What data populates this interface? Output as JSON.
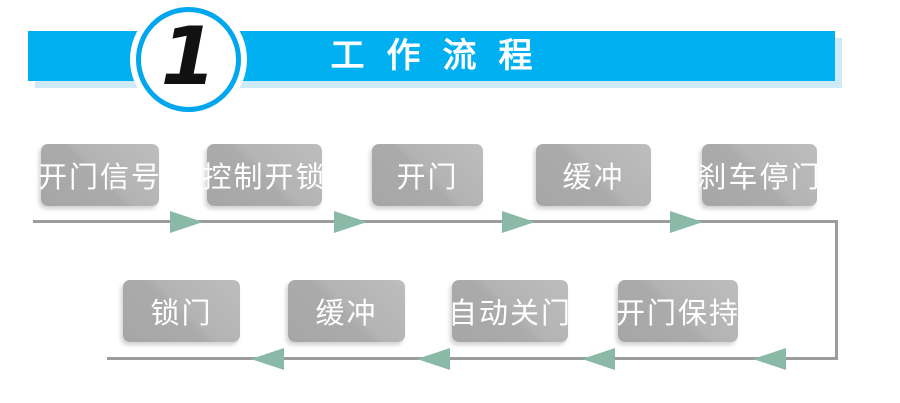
{
  "header": {
    "step_number": "1",
    "title": "工作流程"
  },
  "flow": {
    "top_row": [
      "开门信号",
      "控制开锁",
      "开门",
      "缓冲",
      "刹车停门"
    ],
    "bottom_row": [
      "锁门",
      "缓冲",
      "自动关门",
      "开门保持"
    ],
    "top_row_direction": "left-to-right",
    "bottom_row_direction": "right-to-left"
  },
  "colors": {
    "banner": "#00b0f0",
    "banner_shadow": "#cdeaf8",
    "circle_ring": "#00a7ee",
    "step_number_text": "#111111",
    "title_text": "#ffffff",
    "box_gray": "#ababab",
    "box_gray_light": "#bdbdbd",
    "box_text": "#ffffff",
    "flow_line": "#9c9c9c",
    "arrow": "#8ab9a8"
  }
}
